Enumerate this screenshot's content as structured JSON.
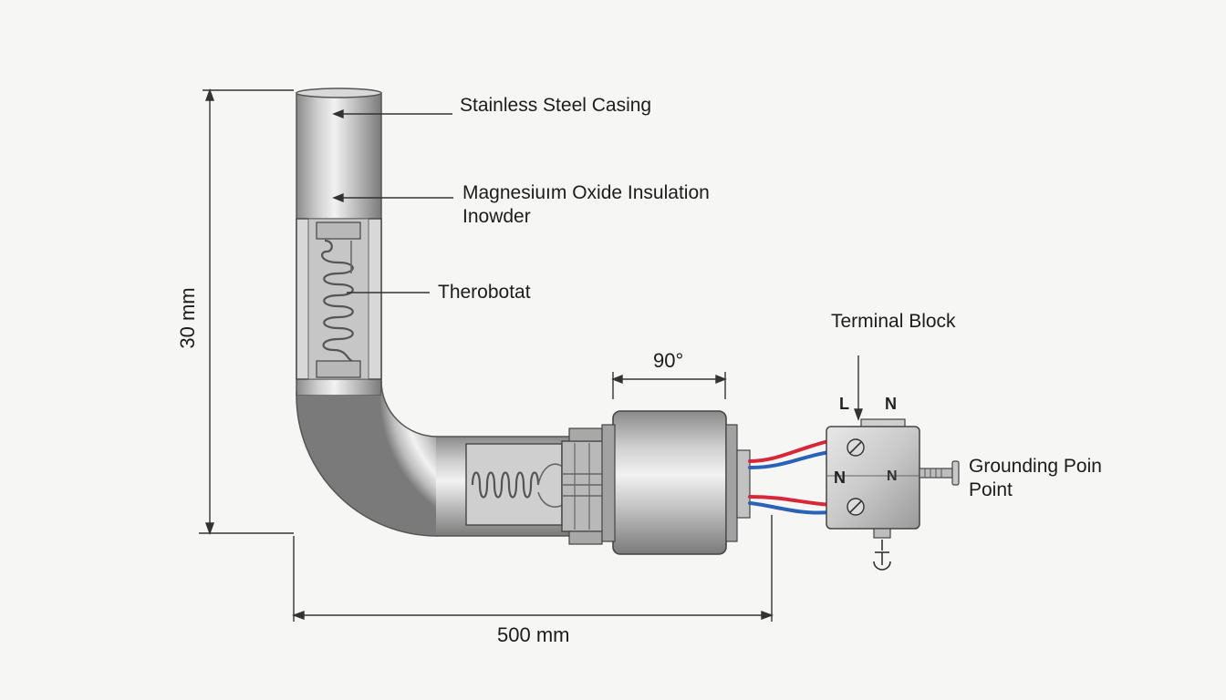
{
  "callouts": {
    "casing": "Stainless Steel Casing",
    "insulation_line1": "Magnesiuım Oxide Insulation",
    "insulation_line2": "Inowder",
    "thermostat": "Therobotat",
    "terminal_block": "Terminal Block",
    "grounding_line1": "Grounding Poin",
    "grounding_line2": "Point"
  },
  "terminal_labels": {
    "top_left": "L",
    "top_right": "N",
    "face_left": "N",
    "face_right": "N"
  },
  "dimensions": {
    "height": "30 mm",
    "length": "500 mm",
    "angle": "90°"
  },
  "icons": {
    "ground": "ground-symbol-icon",
    "screw": "terminal-screw-icon"
  },
  "colors": {
    "steel_light": "#e6e6e6",
    "steel_mid": "#b3b3b3",
    "steel_dark": "#7d7d7d",
    "wire_live": "#d7283a",
    "wire_neutral": "#2a62b8",
    "line": "#333333",
    "background": "#f6f6f5"
  }
}
